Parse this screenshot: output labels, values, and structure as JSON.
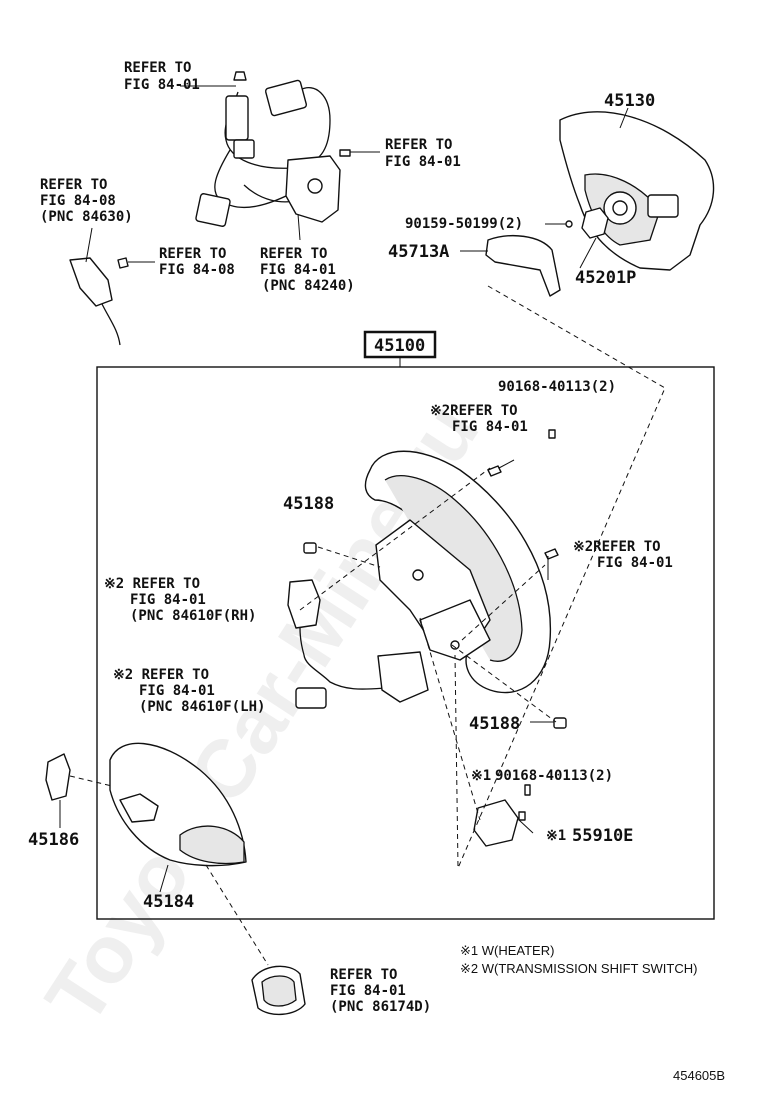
{
  "watermark": "ToyotaCar-Mine.ru",
  "assembly": {
    "part_number": "45100",
    "note_1": "※1 W(HEATER)",
    "note_2": "※2 W(TRANSMISSION SHIFT SWITCH)"
  },
  "part_numbers": {
    "p45130": "45130",
    "p90159": "90159-50199(2)",
    "p45713A": "45713A",
    "p45201P": "45201P",
    "p90168_top": "90168-40113(2)",
    "p45188_top": "45188",
    "p45188_bottom": "45188",
    "p90168_bottom": "90168-40113(2)",
    "p55910E": "55910E",
    "p45186": "45186",
    "p45184": "45184"
  },
  "references": {
    "ref_top_l1": "REFER TO",
    "ref_top_l2": "FIG 84-01",
    "ref_right_l1": "REFER TO",
    "ref_right_l2": "FIG 84-01",
    "ref_left_l1": "REFER TO",
    "ref_left_l2": "FIG 84-08",
    "ref_left_l3": "(PNC 84630)",
    "ref_mid1_l1": "REFER TO",
    "ref_mid1_l2": "FIG 84-08",
    "ref_mid2_l1": "REFER TO",
    "ref_mid2_l2": "FIG 84-01",
    "ref_mid2_l3": "(PNC 84240)",
    "ref_wheel_top_l1": "※2REFER TO",
    "ref_wheel_top_l2": "FIG 84-01",
    "ref_wheel_right_l1": "※2REFER TO",
    "ref_wheel_right_l2": "FIG 84-01",
    "ref_rh_l1": "※2 REFER TO",
    "ref_rh_l2": "FIG 84-01",
    "ref_rh_l3": "(PNC 84610F(RH)",
    "ref_lh_l1": "※2 REFER TO",
    "ref_lh_l2": "FIG 84-01",
    "ref_lh_l3": "(PNC 84610F(LH)",
    "heater_prefix_a": "※1",
    "heater_prefix_b": "※1",
    "ref_bottom_l1": "REFER TO",
    "ref_bottom_l2": "FIG 84-01",
    "ref_bottom_l3": "(PNC 86174D)"
  },
  "figure_id": "454605B"
}
